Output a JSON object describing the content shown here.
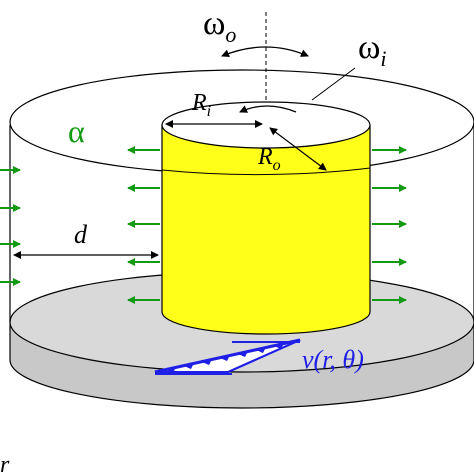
{
  "labels": {
    "omega_outer": "ω",
    "omega_outer_sub": "o",
    "omega_inner": "ω",
    "omega_inner_sub": "i",
    "alpha": "α",
    "radius_inner": "R",
    "radius_inner_sub": "i",
    "radius_outer": "R",
    "radius_outer_sub": "o",
    "gap": "d",
    "velocity": "v(r, θ)",
    "corner_fragment": "r"
  },
  "colors": {
    "cylinder_fill": "#ffff1a",
    "disk_fill": "#d9d9d9",
    "disk_side": "#c8c8c8",
    "arrow_green": "#139a13",
    "velocity_blue": "#1f1fe6",
    "alpha_green": "#139a13"
  }
}
